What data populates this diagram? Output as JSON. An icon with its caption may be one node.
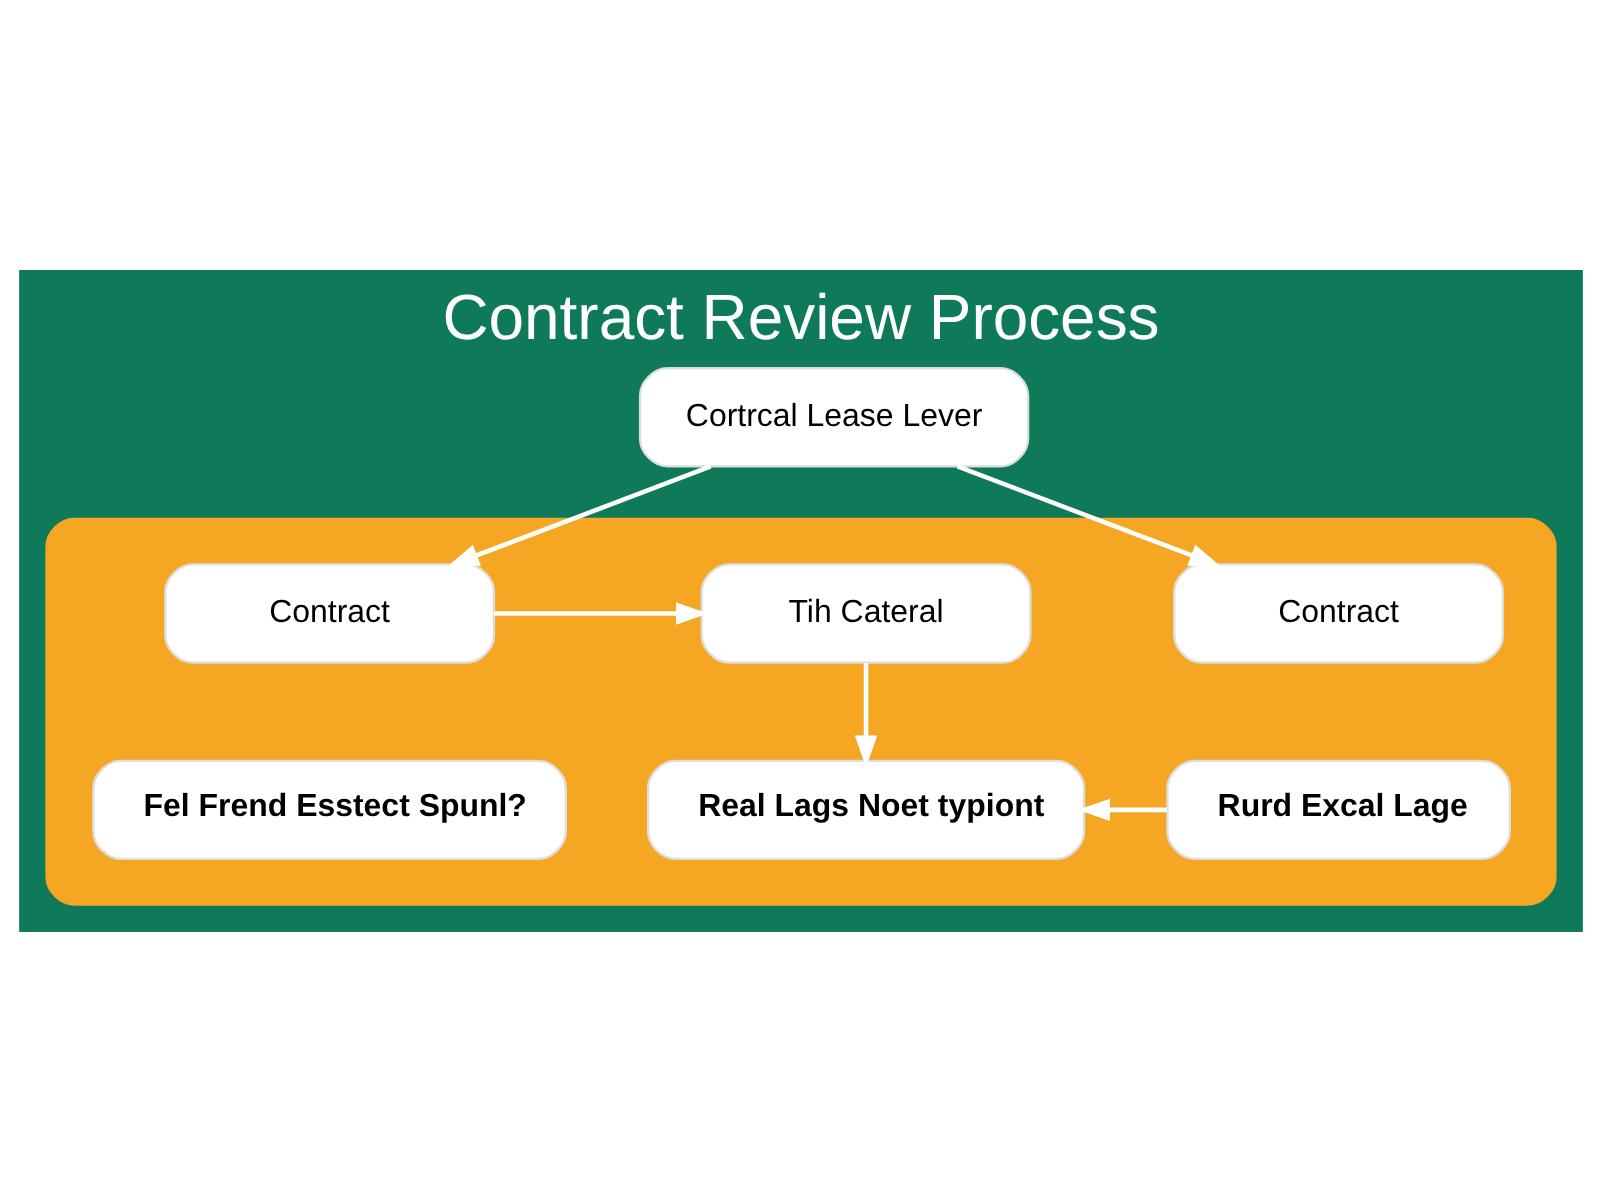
{
  "diagram": {
    "title": "Contract Review Process",
    "nodes": [
      {
        "text": [],
        "shape": "box"
      },
      {
        "text": [
          "Cortrcal Lease Lever"
        ]
      },
      {
        "text": [
          "Contract"
        ],
        "in": 0
      },
      {
        "text": [
          "Tih Cateral"
        ],
        "in": 0
      },
      {
        "text": [
          "Contract"
        ],
        "in": 0
      },
      {
        "text": [
          "Fel Frend Esstect Spunl?"
        ],
        "in": 0
      },
      {
        "text": [
          "Real Lags Noet typiont"
        ],
        "in": 0
      },
      {
        "text": [
          "Rurd Excal Lage"
        ],
        "in": 0
      }
    ],
    "edges": [
      {
        "from": 1,
        "to": 2,
        "arrow": "to"
      },
      {
        "from": 1,
        "to": 4,
        "arrow": "to"
      },
      {
        "from": 2,
        "to": 3,
        "arrow": "to"
      },
      {
        "from": 3,
        "to": 6,
        "arrow": "to"
      },
      {
        "from": 7,
        "to": 6,
        "arrow": "to"
      }
    ]
  }
}
